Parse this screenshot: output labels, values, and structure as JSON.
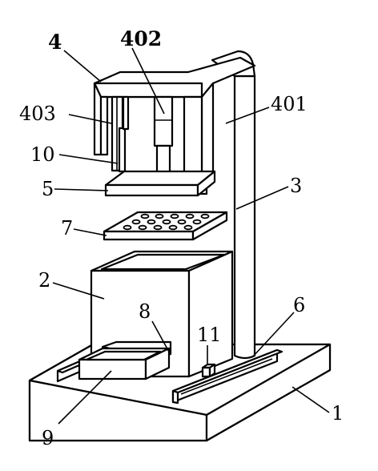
{
  "labels": {
    "l1": "1",
    "l2": "2",
    "l3": "3",
    "l4": "4",
    "l5": "5",
    "l6": "6",
    "l7": "7",
    "l8": "8",
    "l9": "9",
    "l10": "10",
    "l11": "11",
    "l401": "401",
    "l402": "402",
    "l403": "403"
  },
  "colors": {
    "stroke": "#000000",
    "fill": "#ffffff"
  }
}
